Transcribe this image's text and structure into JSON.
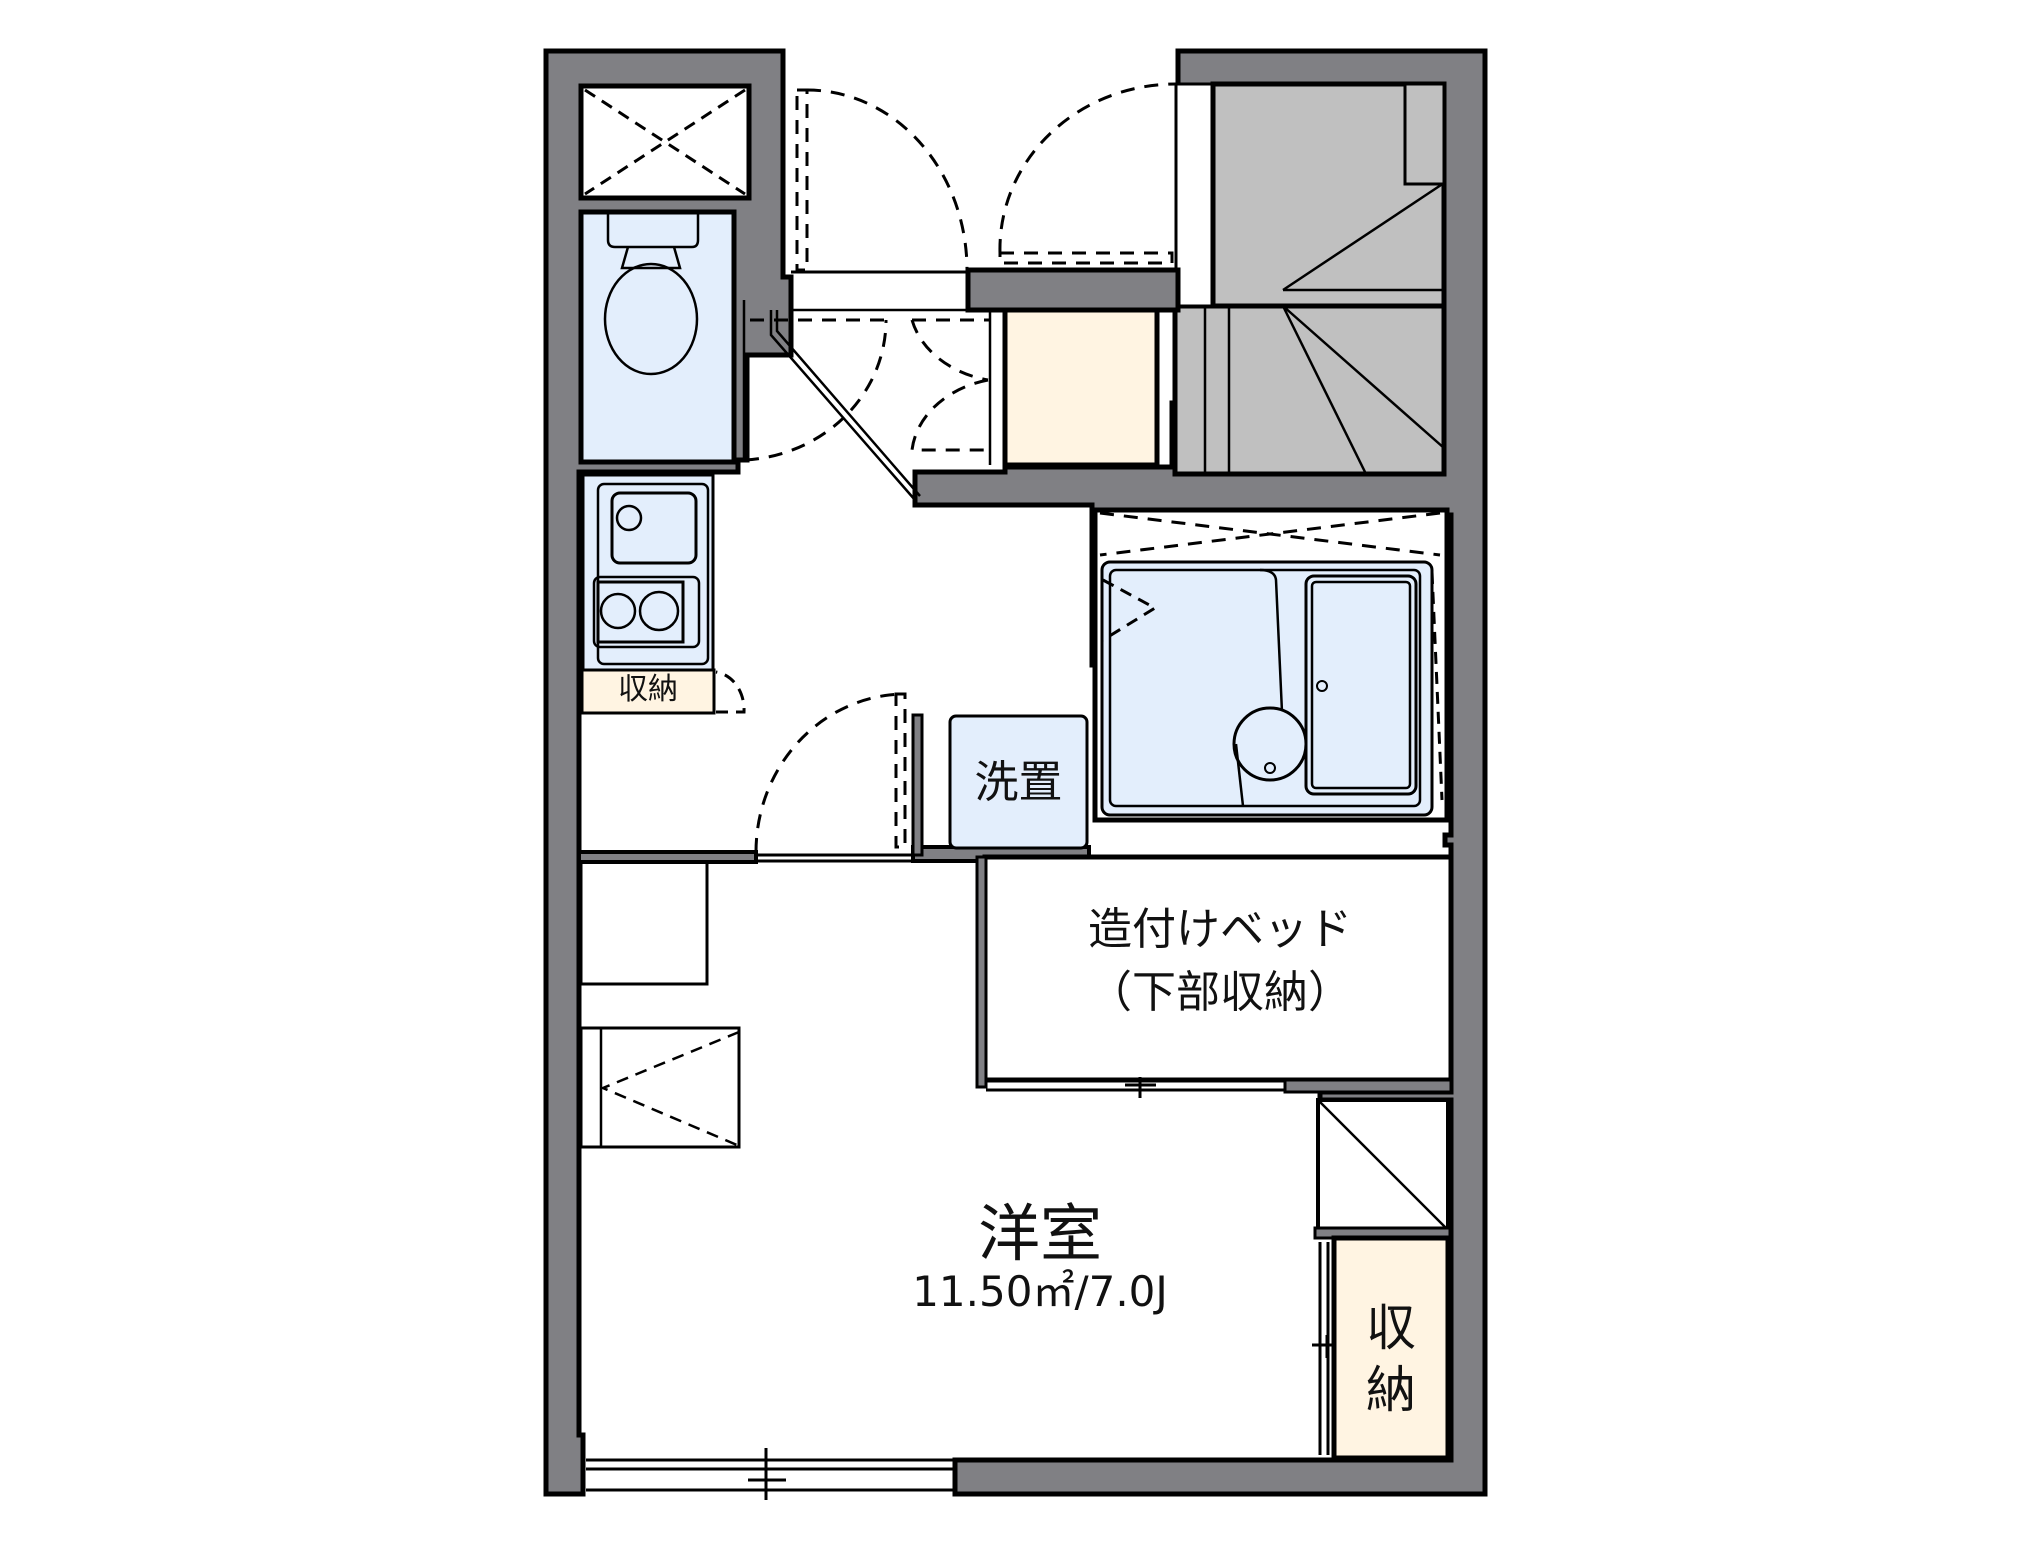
{
  "colors": {
    "wall": "#808084",
    "outline": "#000000",
    "wet_area": "#e3eefc",
    "storage": "#fff4e2",
    "stairs": "#c0c0c0",
    "background": "#ffffff"
  },
  "rooms": {
    "main_room": {
      "name": "洋室",
      "area": "11.50㎡/7.0J"
    },
    "built_in_bed": {
      "line1": "造付けベッド",
      "line2": "（下部収納）"
    },
    "washer_space": {
      "label": "洗置"
    },
    "kitchen_storage": {
      "label": "収納"
    },
    "closet": {
      "label_top": "収",
      "label_bottom": "納"
    }
  }
}
